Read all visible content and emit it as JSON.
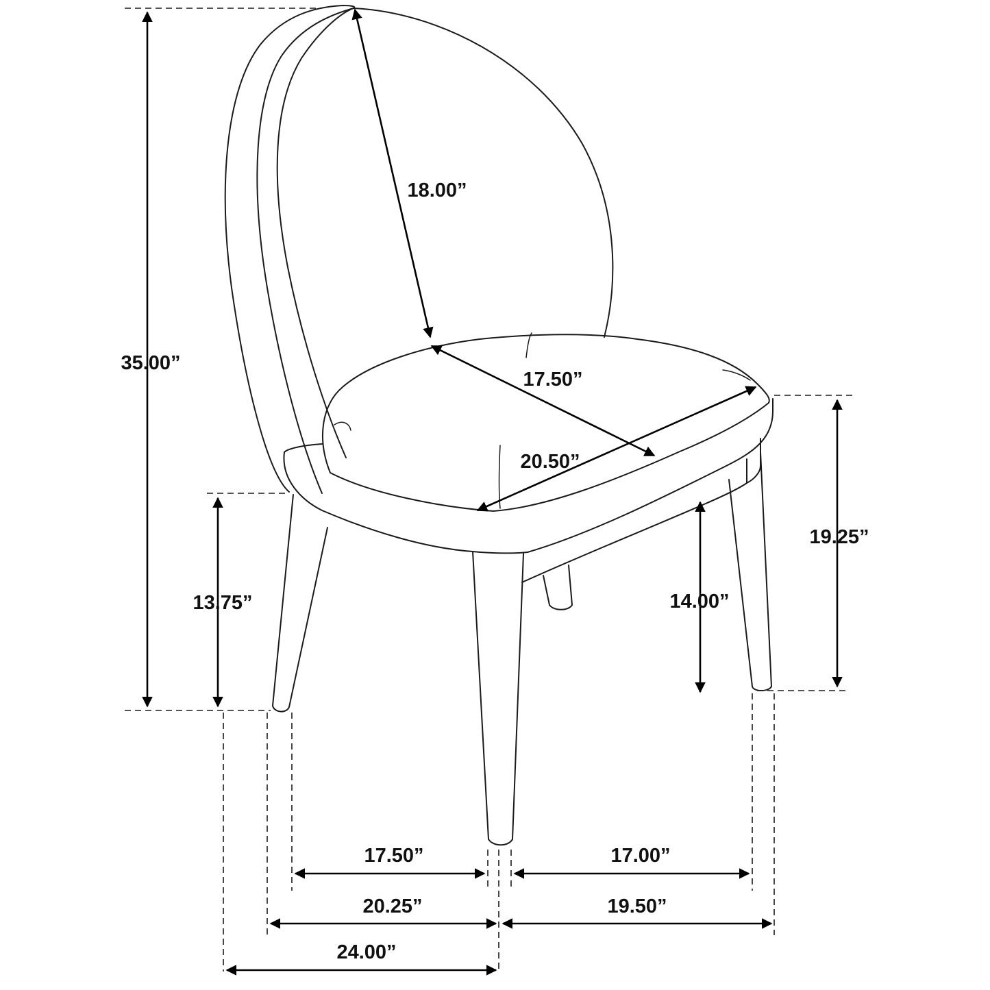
{
  "colors": {
    "line": "#1a1a1a",
    "arrow": "#000000",
    "background": "#ffffff"
  },
  "dimensions": {
    "overall_height": "35.00”",
    "back_height": "18.00”",
    "seat_depth": "17.50”",
    "seat_width": "20.50”",
    "seat_height": "19.25”",
    "under_seat_clearance": "14.00”",
    "front_clearance": "13.75”",
    "front_leg_span_inner": "17.50”",
    "front_leg_span_outer": "20.25”",
    "side_leg_span_inner": "17.00”",
    "side_leg_span_outer": "19.50”",
    "overall_depth": "24.00”"
  }
}
